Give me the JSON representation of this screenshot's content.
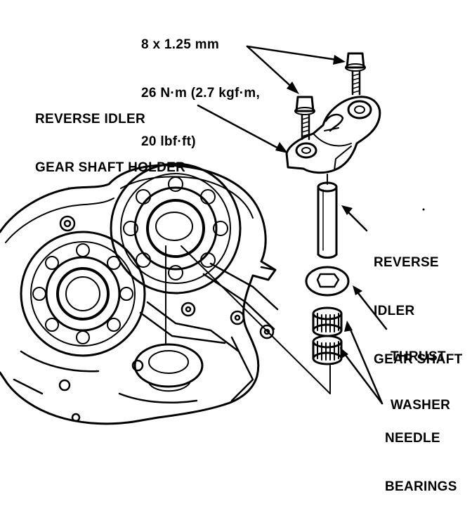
{
  "spec": {
    "line1": "8 x 1.25 mm",
    "line2": "26 N·m (2.7 kgf·m,",
    "line3": "20 lbf·ft)"
  },
  "labels": {
    "holder": [
      "REVERSE IDLER",
      "GEAR SHAFT HOLDER"
    ],
    "shaft": [
      "REVERSE",
      "IDLER",
      "GEAR SHAFT"
    ],
    "washer": [
      "THRUST",
      "WASHER"
    ],
    "bearings": [
      "NEEDLE",
      "BEARINGS"
    ]
  },
  "colors": {
    "ink": "#000000",
    "paper": "#ffffff"
  }
}
